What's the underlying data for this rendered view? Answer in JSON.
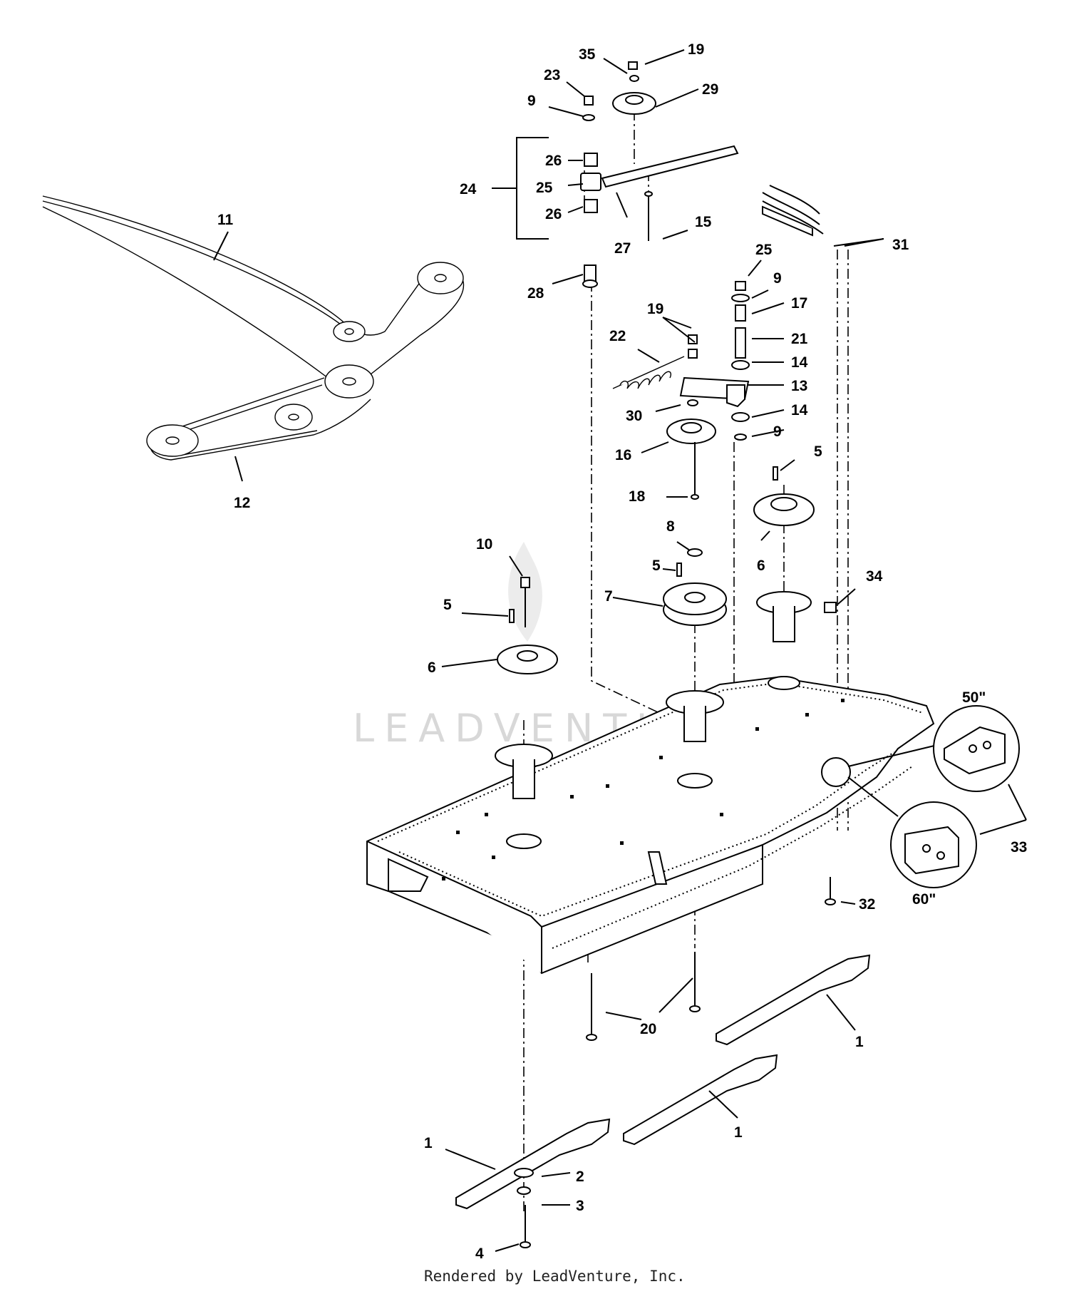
{
  "watermark": {
    "text": "LEADVENTURE"
  },
  "footer": {
    "credit": "Rendered by LeadVenture, Inc."
  },
  "deck_sizes": {
    "upper": "50\"",
    "lower": "60\""
  },
  "callouts": [
    {
      "id": "c35",
      "label": "35"
    },
    {
      "id": "c19a",
      "label": "19"
    },
    {
      "id": "c23",
      "label": "23"
    },
    {
      "id": "c29",
      "label": "29"
    },
    {
      "id": "c9a",
      "label": "9"
    },
    {
      "id": "c26a",
      "label": "26"
    },
    {
      "id": "c24",
      "label": "24"
    },
    {
      "id": "c25a",
      "label": "25"
    },
    {
      "id": "c26b",
      "label": "26"
    },
    {
      "id": "c27",
      "label": "27"
    },
    {
      "id": "c15",
      "label": "15"
    },
    {
      "id": "c31",
      "label": "31"
    },
    {
      "id": "c11",
      "label": "11"
    },
    {
      "id": "c28",
      "label": "28"
    },
    {
      "id": "c25b",
      "label": "25"
    },
    {
      "id": "c9b",
      "label": "9"
    },
    {
      "id": "c17",
      "label": "17"
    },
    {
      "id": "c19b",
      "label": "19"
    },
    {
      "id": "c22",
      "label": "22"
    },
    {
      "id": "c21",
      "label": "21"
    },
    {
      "id": "c14a",
      "label": "14"
    },
    {
      "id": "c13",
      "label": "13"
    },
    {
      "id": "c30",
      "label": "30"
    },
    {
      "id": "c14b",
      "label": "14"
    },
    {
      "id": "c9c",
      "label": "9"
    },
    {
      "id": "c16",
      "label": "16"
    },
    {
      "id": "c5a",
      "label": "5"
    },
    {
      "id": "c12",
      "label": "12"
    },
    {
      "id": "c18",
      "label": "18"
    },
    {
      "id": "c8",
      "label": "8"
    },
    {
      "id": "c10",
      "label": "10"
    },
    {
      "id": "c5b",
      "label": "5"
    },
    {
      "id": "c6a",
      "label": "6"
    },
    {
      "id": "c34",
      "label": "34"
    },
    {
      "id": "c7",
      "label": "7"
    },
    {
      "id": "c5c",
      "label": "5"
    },
    {
      "id": "c6b",
      "label": "6"
    },
    {
      "id": "c33",
      "label": "33"
    },
    {
      "id": "c32",
      "label": "32"
    },
    {
      "id": "c20",
      "label": "20"
    },
    {
      "id": "c1a",
      "label": "1"
    },
    {
      "id": "c1b",
      "label": "1"
    },
    {
      "id": "c1c",
      "label": "1"
    },
    {
      "id": "c2",
      "label": "2"
    },
    {
      "id": "c3",
      "label": "3"
    },
    {
      "id": "c4",
      "label": "4"
    }
  ]
}
